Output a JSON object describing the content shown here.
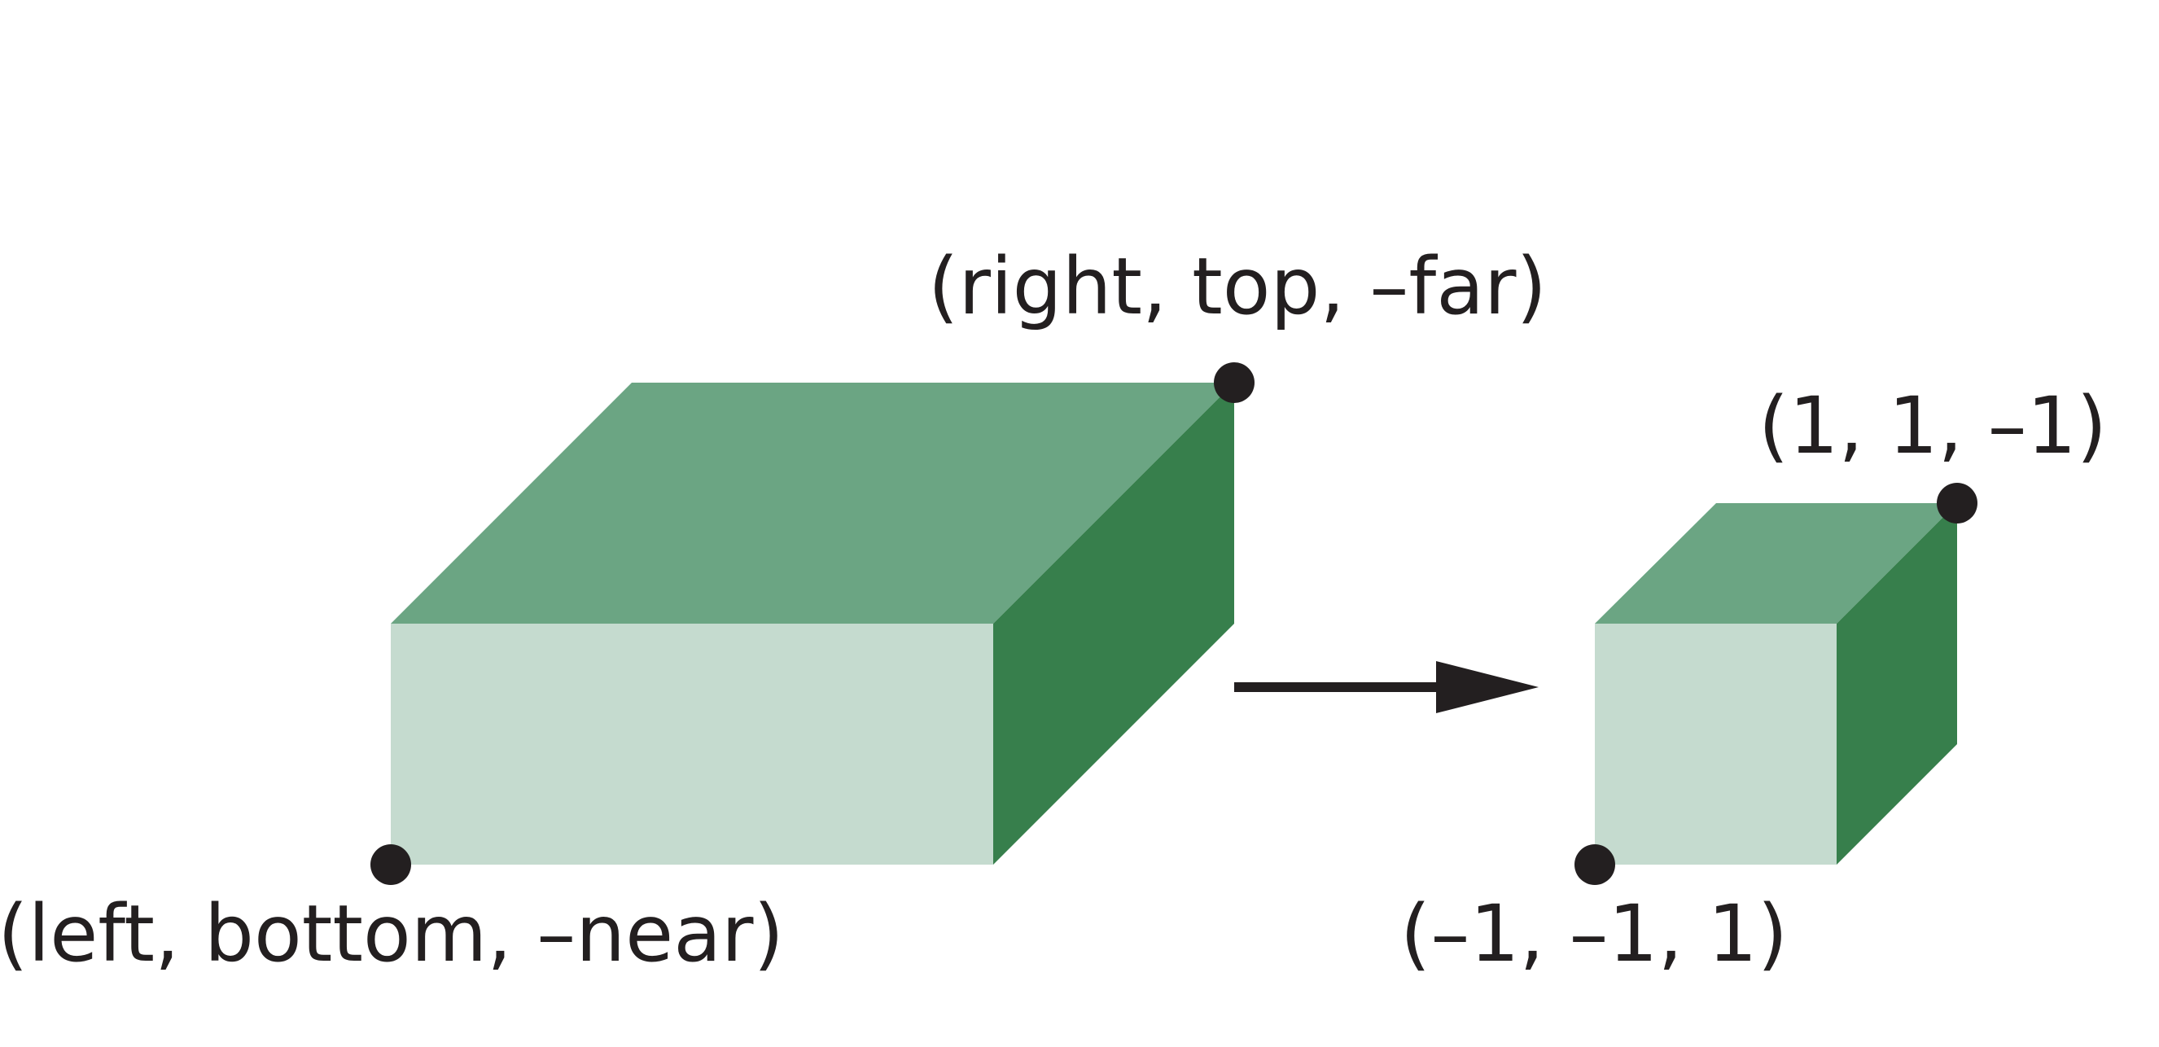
{
  "labels": {
    "large_top_corner": "(right, top, –far)",
    "large_bottom_corner": "(left, bottom, –near)",
    "small_top_corner": "(1, 1, –1)",
    "small_bottom_corner": "(–1, –1, 1)"
  },
  "colors": {
    "front_face": "#c5dbcf",
    "top_face": "#6ba583",
    "side_face": "#377f4c",
    "ink": "#231f20"
  }
}
